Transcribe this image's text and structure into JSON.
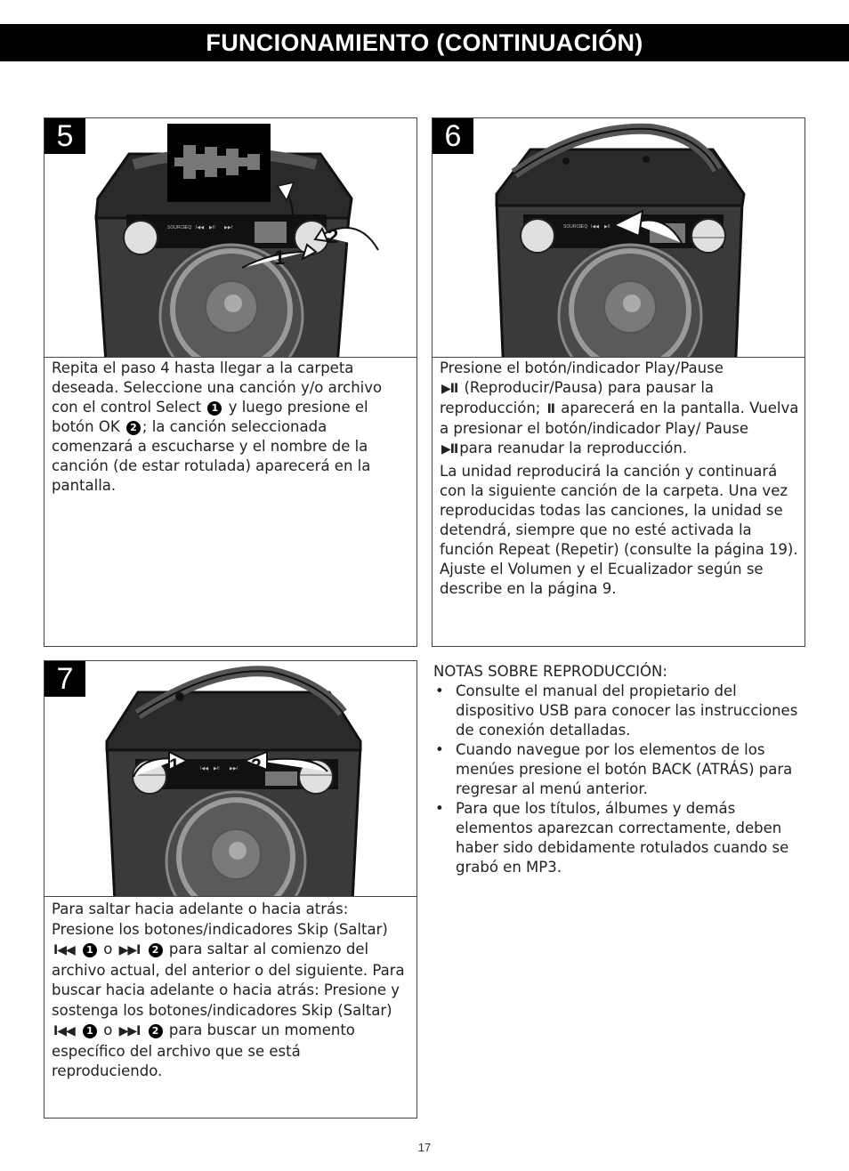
{
  "header": {
    "title": "FUNCIONAMIENTO (CONTINUACIÓN)"
  },
  "colors": {
    "header_bg": "#000000",
    "speaker_body": "#3a3a3a",
    "speaker_top": "#2a2a2a",
    "woofer_ring": "#9a9a9a"
  },
  "panel_labels": {
    "source": "SOURCE",
    "eq": "EQ"
  },
  "step5": {
    "number": "5",
    "callout_1": "1",
    "callout_2": "2",
    "text": {
      "a": "Repita el paso 4 hasta llegar a la carpeta deseada. Seleccione una canción y/o archivo con el control Select",
      "b": "y luego presione el botón OK",
      "c": "; la canción seleccionada comenzará a escucharse y el nombre de la canción (de estar rotulada) aparecerá en la pantalla.",
      "ref1": "1",
      "ref2": "2"
    }
  },
  "step6": {
    "number": "6",
    "text": {
      "a": "Presione el botón/indicador Play/Pause",
      "play_pause_sym": "▶II",
      "b": "(Reproducir/Pausa) para pausar la reproducción;",
      "pause_sym": "II",
      "c": "aparecerá en la pantalla. Vuelva a presionar el botón/indicador Play/ Pause",
      "d": "para reanudar la reproducción.",
      "e": "La unidad reproducirá la canción y continuará con la siguiente canción de la carpeta. Una vez reproducidas todas las canciones, la unidad se detendrá, siempre que no esté activada la función Repeat (Repetir) (consulte la página 19). Ajuste el Volumen y el Ecualizador según se describe en la página 9."
    }
  },
  "step7": {
    "number": "7",
    "callout_1": "1",
    "callout_2": "2",
    "text": {
      "a": "Para saltar hacia adelante o hacia atrás: Presione los botones/indicadores Skip (Saltar)",
      "prev_sym": "I◀◀",
      "next_sym": "▶▶I",
      "or": "o",
      "b": "para saltar al comienzo del archivo actual, del anterior o del siguiente. Para buscar hacia adelante o hacia atrás: Presione y sostenga los botones/indicadores Skip (Saltar)",
      "c": "para buscar un momento específico del archivo que se está reproduciendo.",
      "ref1": "1",
      "ref2": "2"
    }
  },
  "notes": {
    "title": "NOTAS SOBRE REPRODUCCIÓN:",
    "items": [
      "Consulte el manual del propietario del dispositivo USB para conocer las instrucciones de conexión detalladas.",
      "Cuando navegue por los elementos de los menúes presione el botón BACK (ATRÁS) para regresar al menú anterior.",
      "Para que los títulos, álbumes y demás elementos aparezcan correctamente, deben haber sido debidamente rotulados cuando se grabó en MP3."
    ]
  },
  "page_number": "17"
}
